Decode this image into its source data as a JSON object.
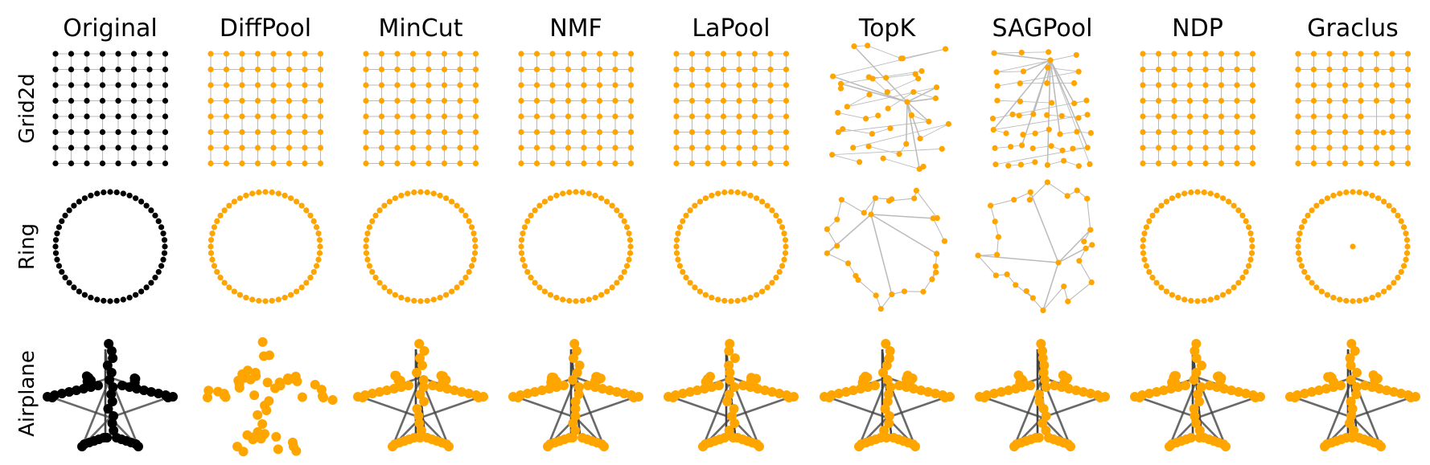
{
  "columns": [
    "Original",
    "DiffPool",
    "MinCut",
    "NMF",
    "LaPool",
    "TopK",
    "SAGPool",
    "NDP",
    "Graclus"
  ],
  "rows": [
    "Grid2d",
    "Ring",
    "Airplane"
  ],
  "colors": {
    "original": "#000000",
    "pooled": "#FFA500",
    "edge": "#BBBBBB"
  }
}
